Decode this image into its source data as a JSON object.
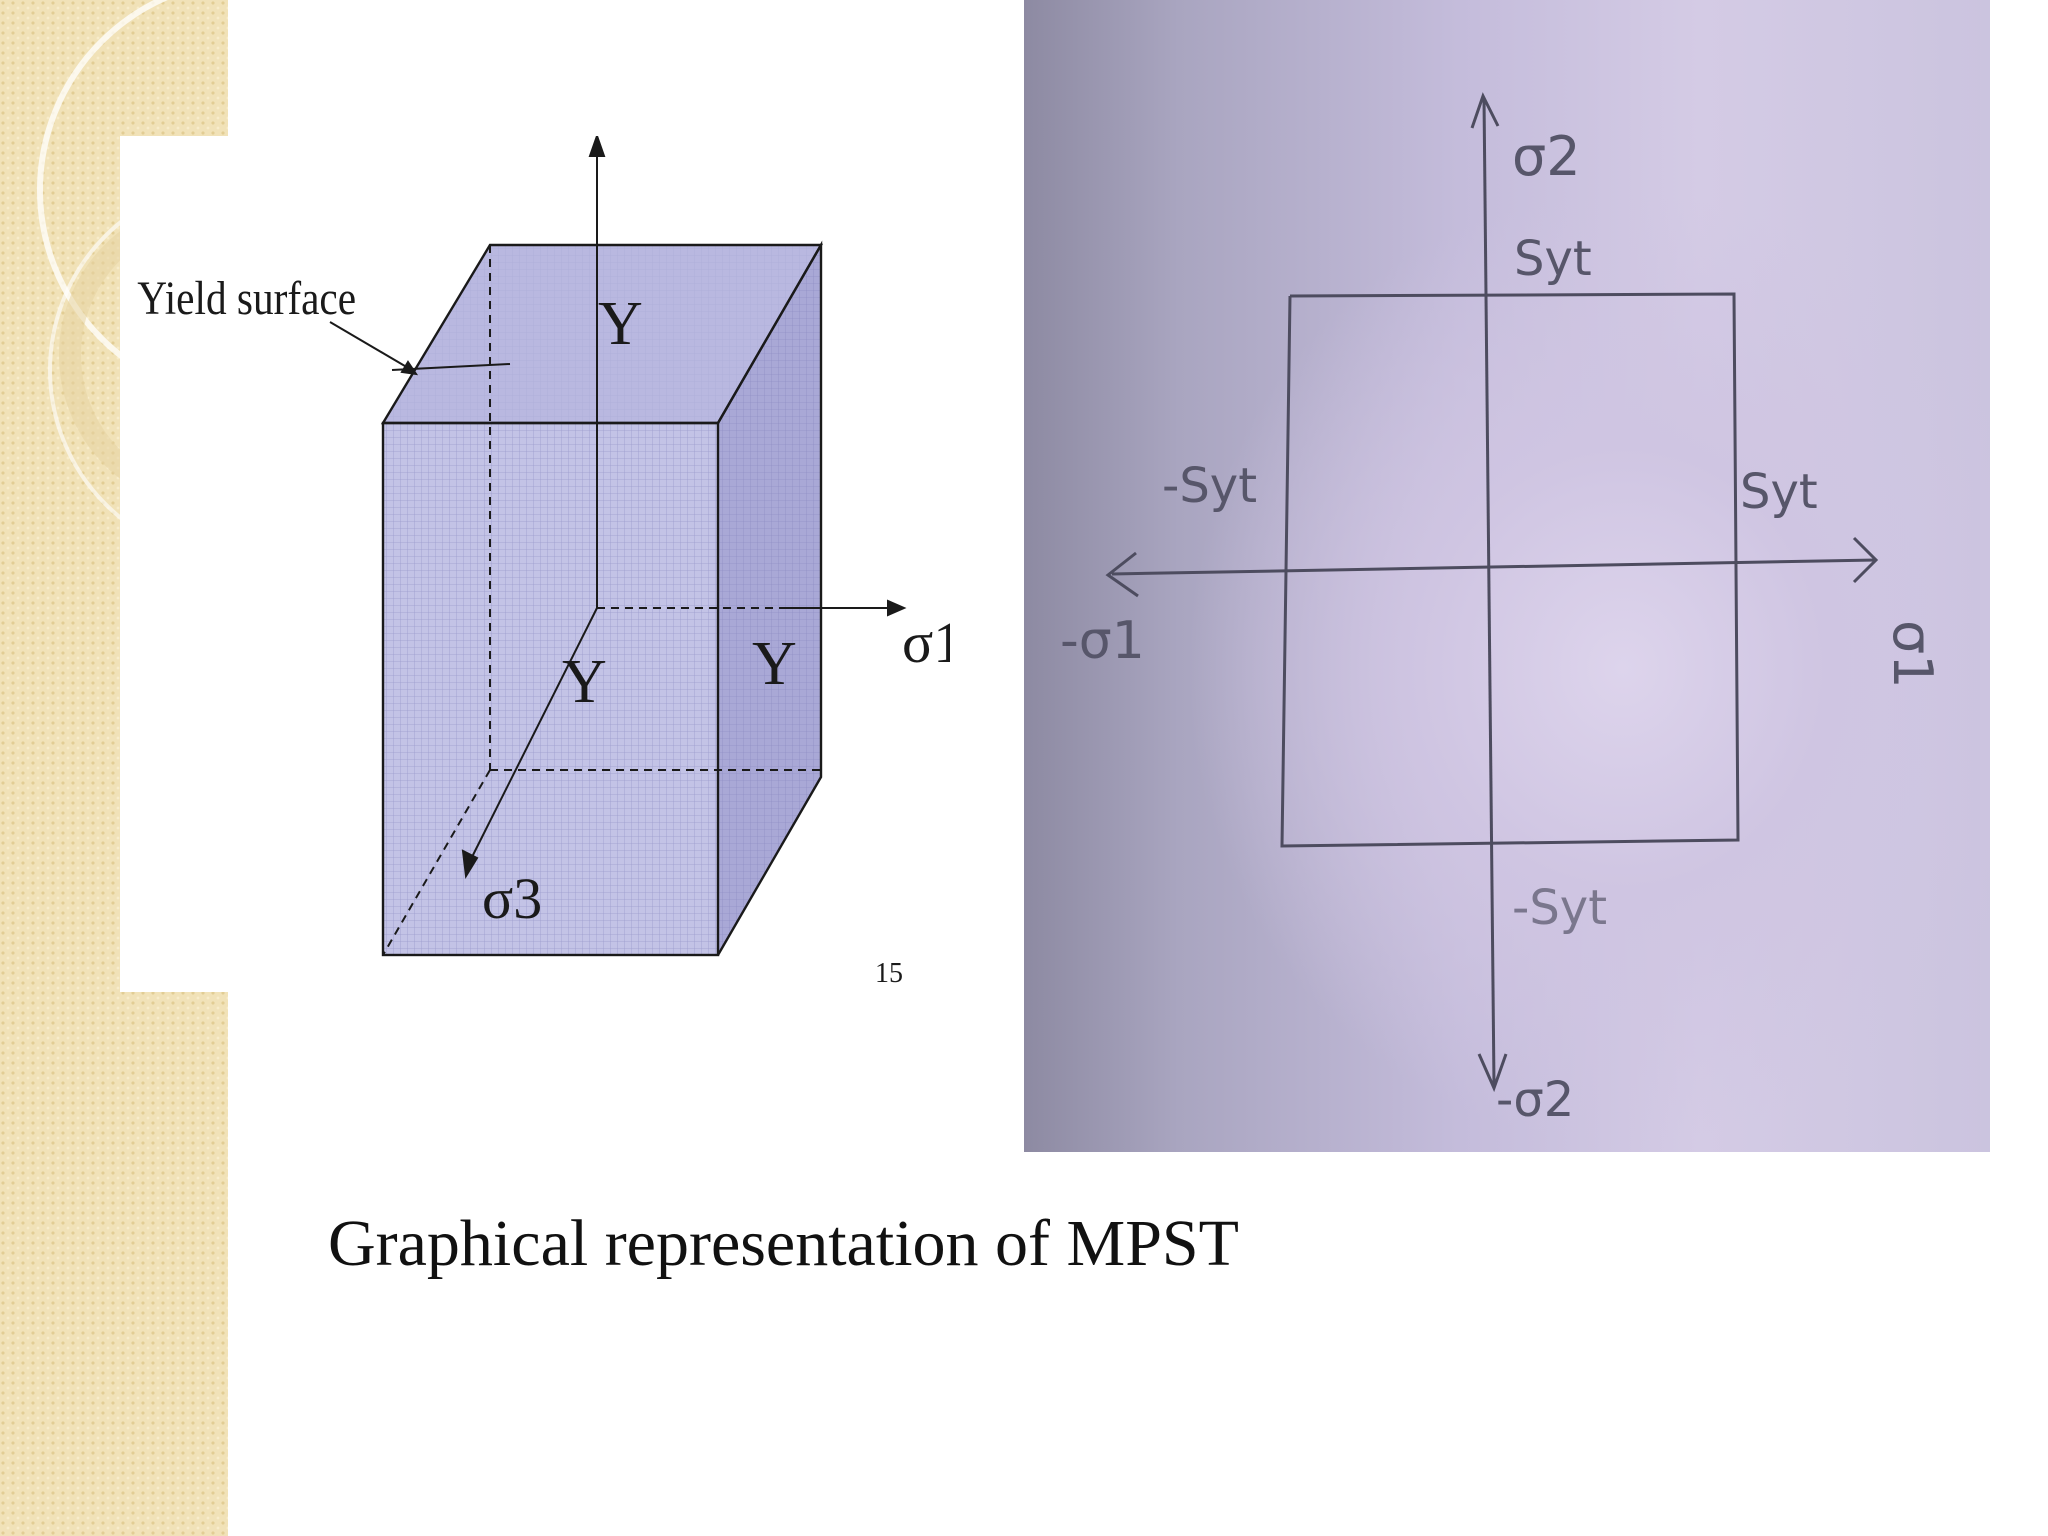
{
  "slide": {
    "caption": "Graphical representation of MPST"
  },
  "cube_figure": {
    "yield_surface_label": "Yield surface",
    "y_top": "Y",
    "y_right": "Y",
    "y_front": "Y",
    "sigma1_label": "σ1",
    "sigma3_label": "σ3",
    "page_number": "15"
  },
  "sketch_figure": {
    "sigma2_label": "σ2",
    "neg_sigma2_label": "-σ2",
    "sigma1_label": "σ1",
    "neg_sigma1_label": "-σ1",
    "syt_top": "Syt",
    "syt_right": "Syt",
    "neg_syt_left": "-Syt",
    "neg_syt_bottom": "-Syt"
  },
  "colors": {
    "band": "#f1e2b8",
    "cube_face_front": "#c3c3e6",
    "cube_face_top": "#b9b8e0",
    "cube_face_side": "#a9a8d6",
    "photo_paper": "#d4cbe5"
  }
}
